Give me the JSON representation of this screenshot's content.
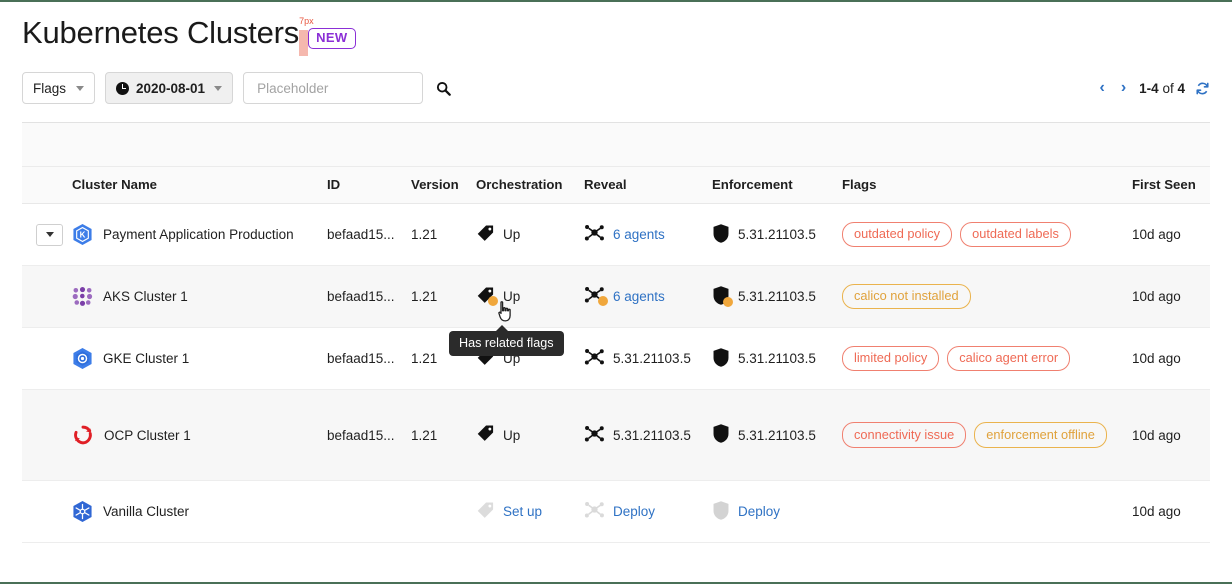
{
  "header": {
    "title": "Kubernetes Clusters",
    "badge": "NEW",
    "spacing_annotation": "7px",
    "annotation_color": "#e8563f",
    "badge_color": "#8b2fd6"
  },
  "toolbar": {
    "flags_filter": {
      "label": "Flags",
      "icon": "chevron-down-icon"
    },
    "date_filter": {
      "label": "2020-08-01",
      "icon": "clock-icon"
    },
    "search": {
      "value": "",
      "placeholder": "Placeholder",
      "icon": "search-icon"
    },
    "pagination": {
      "prev": "‹",
      "next": "›",
      "range": "1-4",
      "of_label": "of",
      "total": "4",
      "refresh_icon": "refresh-icon"
    }
  },
  "table": {
    "columns": [
      "Cluster Name",
      "ID",
      "Version",
      "Orchestration",
      "Reveal",
      "Enforcement",
      "Flags",
      "First Seen"
    ],
    "rows": [
      {
        "expandable": true,
        "icon": "kubernetes-blue-hex-icon",
        "name": "Payment Application Production",
        "id": "befaad15...",
        "version": "1.21",
        "orchestration": {
          "label": "Up",
          "icon": "tag-icon",
          "warn": false
        },
        "reveal": {
          "label": "6 agents",
          "icon": "agents-icon",
          "link": true,
          "warn": false
        },
        "enforcement": {
          "label": "5.31.21103.5",
          "icon": "shield-icon",
          "link": false,
          "warn": false
        },
        "flags": [
          {
            "label": "outdated policy",
            "tone": "red"
          },
          {
            "label": "outdated labels",
            "tone": "red"
          }
        ],
        "first_seen": "10d ago"
      },
      {
        "expandable": false,
        "icon": "aks-icon",
        "name": "AKS Cluster 1",
        "id": "befaad15...",
        "version": "1.21",
        "orchestration": {
          "label": "Up",
          "icon": "tag-icon",
          "warn": true
        },
        "reveal": {
          "label": "6 agents",
          "icon": "agents-icon",
          "link": true,
          "warn": true
        },
        "enforcement": {
          "label": "5.31.21103.5",
          "icon": "shield-icon",
          "link": false,
          "warn": true
        },
        "flags": [
          {
            "label": "calico not installed",
            "tone": "orange"
          }
        ],
        "first_seen": "10d ago"
      },
      {
        "expandable": false,
        "icon": "gke-icon",
        "name": "GKE Cluster 1",
        "id": "befaad15...",
        "version": "1.21",
        "orchestration": {
          "label": "Up",
          "icon": "tag-icon",
          "warn": false
        },
        "reveal": {
          "label": "5.31.21103.5",
          "icon": "agents-icon",
          "link": false,
          "warn": false
        },
        "enforcement": {
          "label": "5.31.21103.5",
          "icon": "shield-icon",
          "link": false,
          "warn": false
        },
        "flags": [
          {
            "label": "limited policy",
            "tone": "red"
          },
          {
            "label": "calico agent error",
            "tone": "red"
          }
        ],
        "first_seen": "10d ago"
      },
      {
        "expandable": false,
        "icon": "openshift-icon",
        "name": "OCP Cluster 1",
        "id": "befaad15...",
        "version": "1.21",
        "orchestration": {
          "label": "Up",
          "icon": "tag-icon",
          "warn": false
        },
        "reveal": {
          "label": "5.31.21103.5",
          "icon": "agents-icon",
          "link": false,
          "warn": false
        },
        "enforcement": {
          "label": "5.31.21103.5",
          "icon": "shield-icon",
          "link": false,
          "warn": false
        },
        "flags": [
          {
            "label": "connectivity issue",
            "tone": "red"
          },
          {
            "label": "enforcement offline",
            "tone": "orange"
          }
        ],
        "first_seen": "10d ago"
      },
      {
        "expandable": false,
        "icon": "kubernetes-wheel-icon",
        "name": "Vanilla Cluster",
        "id": "",
        "version": "",
        "orchestration": {
          "label": "Set up",
          "icon": "tag-icon",
          "disabled": true,
          "link": true
        },
        "reveal": {
          "label": "Deploy",
          "icon": "agents-icon",
          "disabled": true,
          "link": true
        },
        "enforcement": {
          "label": "Deploy",
          "icon": "shield-icon",
          "disabled": true,
          "link": true
        },
        "flags": [],
        "first_seen": "10d ago"
      }
    ]
  },
  "tooltip": {
    "text": "Has related flags"
  },
  "colors": {
    "link": "#2f72c4",
    "flag_red": "#ef6a55",
    "flag_orange": "#e0a23c",
    "warn_dot": "#f0a73c",
    "accent_rule": "#4a7057"
  }
}
